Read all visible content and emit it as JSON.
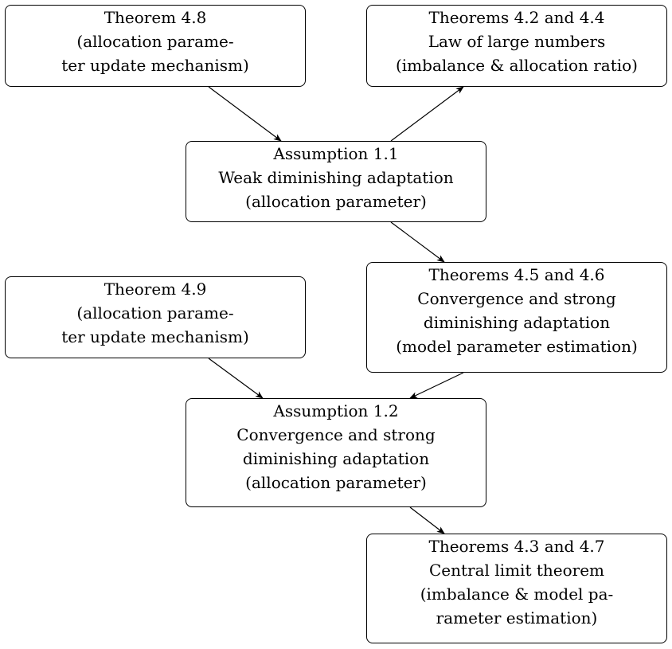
{
  "nodes": {
    "thm48": {
      "lines": [
        "Theorem 4.8",
        "(allocation parame-",
        "ter update mechanism)"
      ]
    },
    "thm42": {
      "lines": [
        "Theorems 4.2 and 4.4",
        "Law of large numbers",
        "(imbalance & allocation ratio)"
      ]
    },
    "asm11": {
      "lines": [
        "Assumption 1.1",
        "Weak diminishing adaptation",
        "(allocation parameter)"
      ]
    },
    "thm49": {
      "lines": [
        "Theorem 4.9",
        "(allocation parame-",
        "ter update mechanism)"
      ]
    },
    "thm45": {
      "lines": [
        "Theorems 4.5 and 4.6",
        "Convergence and strong",
        "diminishing adaptation",
        "(model parameter estimation)"
      ]
    },
    "asm12": {
      "lines": [
        "Assumption 1.2",
        "Convergence and strong",
        "diminishing adaptation",
        "(allocation parameter)"
      ]
    },
    "thm43": {
      "lines": [
        "Theorems 4.3 and 4.7",
        "Central limit theorem",
        "(imbalance & model pa-",
        "rameter estimation)"
      ]
    }
  },
  "edges": [
    {
      "from": "thm48",
      "to": "asm11"
    },
    {
      "from": "asm11",
      "to": "thm42"
    },
    {
      "from": "asm11",
      "to": "thm45"
    },
    {
      "from": "thm49",
      "to": "asm12"
    },
    {
      "from": "thm45",
      "to": "asm12"
    },
    {
      "from": "asm12",
      "to": "thm43"
    }
  ]
}
